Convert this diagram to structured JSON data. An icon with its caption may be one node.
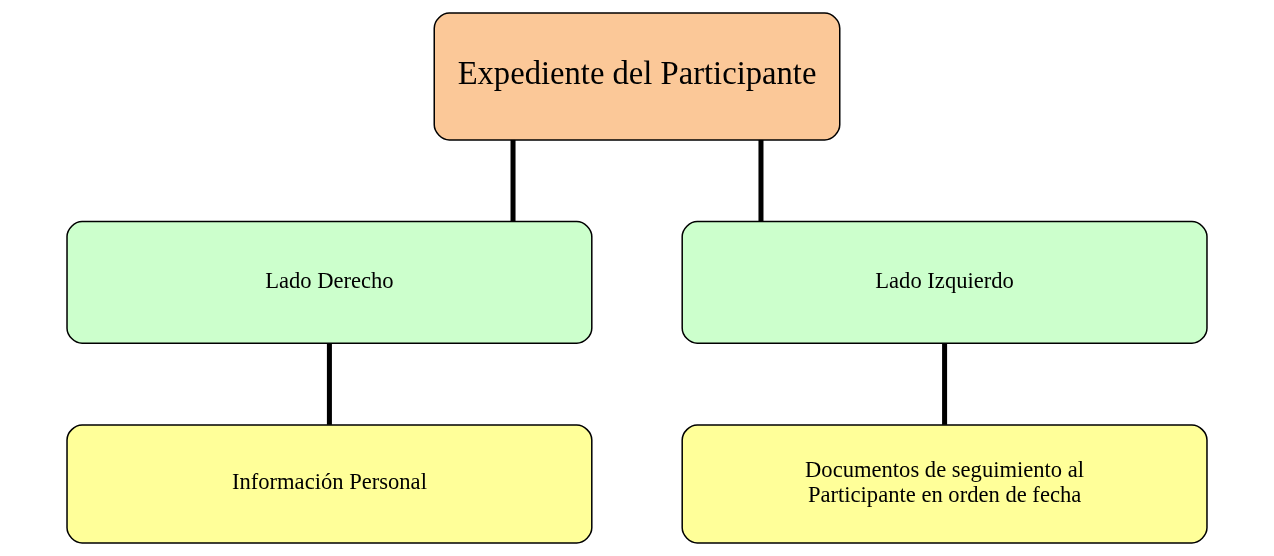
{
  "diagram": {
    "nodes": [
      {
        "text": [
          "Expediente del Participante"
        ]
      },
      {
        "text": [
          "Lado Derecho"
        ]
      },
      {
        "text": [
          "Lado Izquierdo"
        ]
      },
      {
        "text": [
          "Información Personal"
        ]
      },
      {
        "text": [
          "Documentos de seguimiento al Participante en orden de fecha"
        ]
      }
    ],
    "edges": [
      {
        "from": 0,
        "to": 1,
        "arrow": "none"
      },
      {
        "from": 0,
        "to": 2,
        "arrow": "none"
      },
      {
        "from": 1,
        "to": 3,
        "arrow": "none"
      },
      {
        "from": 2,
        "to": 4,
        "arrow": "none"
      }
    ]
  }
}
